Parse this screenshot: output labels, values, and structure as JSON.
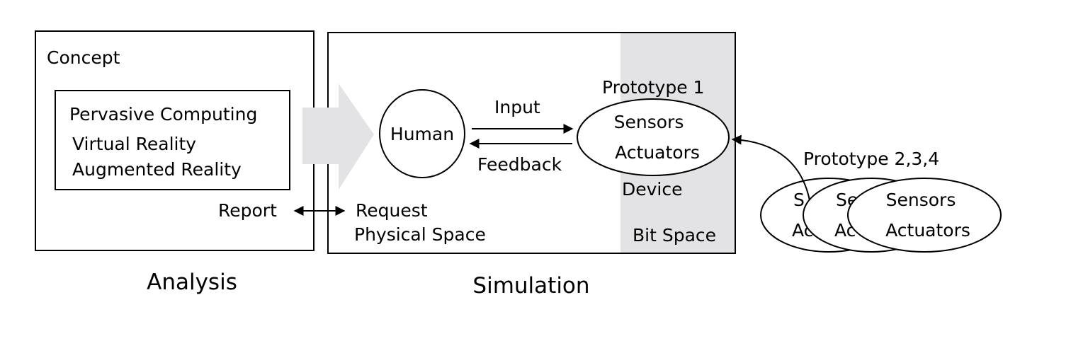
{
  "analysis": {
    "caption": "Analysis",
    "concept_label": "Concept",
    "concepts": [
      "Pervasive Computing",
      "Virtual Reality",
      "Augmented Reality"
    ],
    "report_label": "Report"
  },
  "simulation": {
    "caption": "Simulation",
    "human_label": "Human",
    "input_label": "Input",
    "feedback_label": "Feedback",
    "request_label": "Request",
    "physical_space_label": "Physical Space",
    "bit_space_label": "Bit Space",
    "device_label": "Device",
    "prototype1": {
      "title": "Prototype 1",
      "line1": "Sensors",
      "line2": "Actuators"
    }
  },
  "prototypes": {
    "title": "Prototype 2,3,4",
    "back_line1": "S",
    "back_line2": "Ac",
    "middle_line1": "Se",
    "middle_line2": "Ac",
    "front_line1": "Sensors",
    "front_line2": "Actuators"
  },
  "colors": {
    "shade": "#e3e3e5",
    "stroke": "#000000"
  }
}
